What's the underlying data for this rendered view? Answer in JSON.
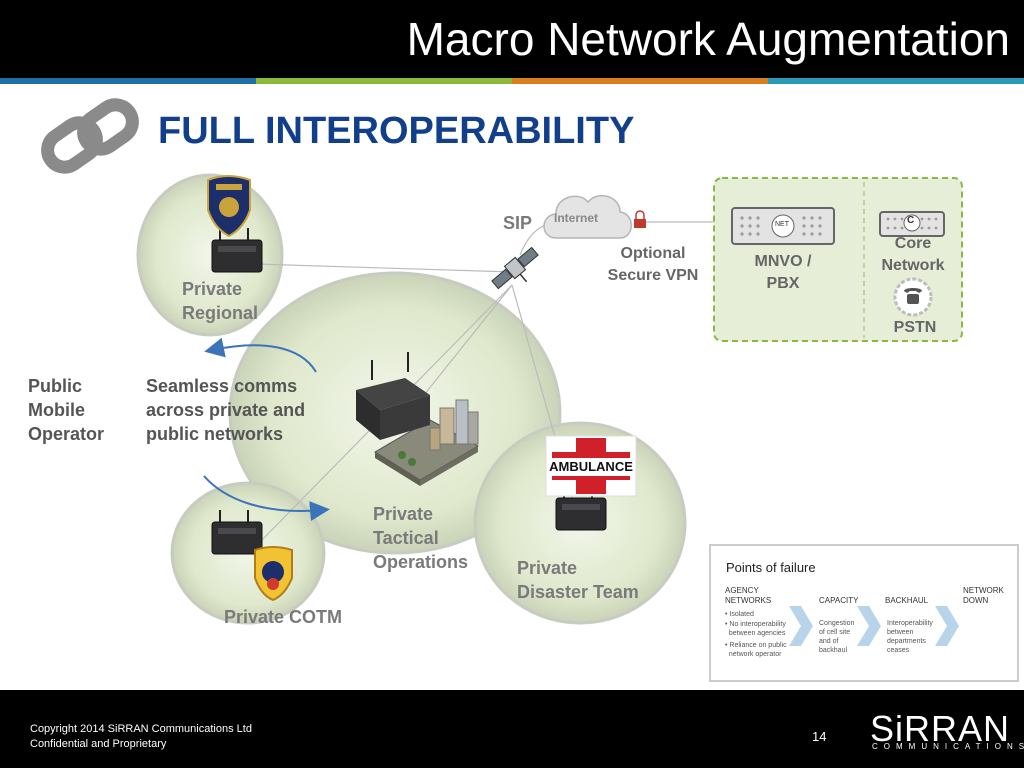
{
  "header": {
    "title": "Macro Network Augmentation"
  },
  "section": {
    "subtitle": "FULL INTEROPERABILITY"
  },
  "labels": {
    "private_regional": "Private\nRegional",
    "public_mobile_operator": "Public\nMobile\nOperator",
    "seamless_comms": "Seamless comms\nacross private and\npublic networks",
    "private_tactical": "Private\nTactical\nOperations",
    "private_disaster": "Private\nDisaster Team",
    "private_cotm": "Private COTM",
    "sip": "SIP",
    "internet": "Internet",
    "optional_vpn": "Optional\nSecure VPN",
    "mnvo_pbx": "MNVO /\nPBX",
    "core_network": "Core\nNetwork",
    "pstn": "PSTN",
    "ambulance": "AMBULANCE",
    "net_badge": "NET",
    "core_badge": "C"
  },
  "points_of_failure": {
    "title": "Points of failure",
    "agency_header": "AGENCY\nNETWORKS",
    "agency_items": [
      "• Isolated",
      "• No interoperability\n  between agencies",
      "• Reliance on public\n  network operator"
    ],
    "capacity_header": "CAPACITY",
    "capacity_text": "Congestion\nof cell site\nand of\nbackhaul",
    "backhaul_header": "BACKHAUL",
    "backhaul_text": "Interoperability\nbetween\ndepartments\nceases",
    "network_down_header": "NETWORK\nDOWN"
  },
  "footer": {
    "copyright": "Copyright 2014 SiRRAN Communications Ltd",
    "confidential": "Confidential and Proprietary",
    "page_number": "14",
    "logo": "SiRRAN",
    "logo_sub": "COMMUNICATIONS"
  },
  "colors": {
    "title_blue": "#123f8c",
    "stripe_blue": "#1e6fa8",
    "stripe_green": "#8cb83c",
    "stripe_orange": "#d97f1e",
    "stripe_teal": "#2b9bb5",
    "bubble_green": "#e4ecd4",
    "dashed_green": "#8bb83e"
  }
}
